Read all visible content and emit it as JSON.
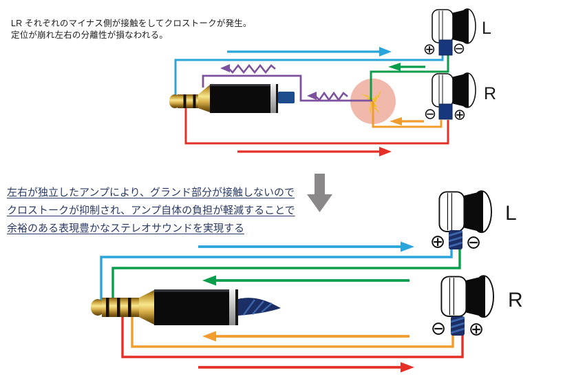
{
  "top_section": {
    "caption": {
      "line1": "LR それぞれのマイナス側が接触をしてクロストークが発生。",
      "line2": "定位が崩れ左右の分離性が損なわれる。"
    },
    "earphone_left": {
      "label": "L",
      "terminal_left": "⊕",
      "terminal_right": "⊖"
    },
    "earphone_right": {
      "label": "R",
      "terminal_left": "⊖",
      "terminal_right": "⊕"
    }
  },
  "bottom_section": {
    "caption": {
      "line1": "左右が独立したアンプにより、グランド部分が接触しないので",
      "line2": "クロストークが抑制され、アンプ自体の負担が軽減することで",
      "line3": "余裕のある表現豊かなステレオサウンドを実現する"
    },
    "earphone_left": {
      "label": "L",
      "terminal_left": "⊕",
      "terminal_right": "⊖"
    },
    "earphone_right": {
      "label": "R",
      "terminal_left": "⊖",
      "terminal_right": "⊕"
    }
  },
  "icons": {
    "plus_terminal": "plus-circle-icon",
    "minus_terminal": "minus-circle-icon",
    "contact_spark": "spark-icon",
    "section_transition": "down-arrow-icon",
    "crosstalk_noise": "zigzag-arrow-icon"
  },
  "colors": {
    "l_plus_wire": "#2aa5dc",
    "l_minus_wire": "#0a9d4b",
    "r_plus_wire": "#e43028",
    "r_minus_wire": "#f09c2e",
    "crosstalk_wire": "#7c519e",
    "contact_spot": "#eeab9e",
    "spark": "#f2c12d",
    "transition_arrow": "#8b8889",
    "caption_top_color": "#1c1c1c",
    "caption_bottom_color": "#2a3a66"
  }
}
